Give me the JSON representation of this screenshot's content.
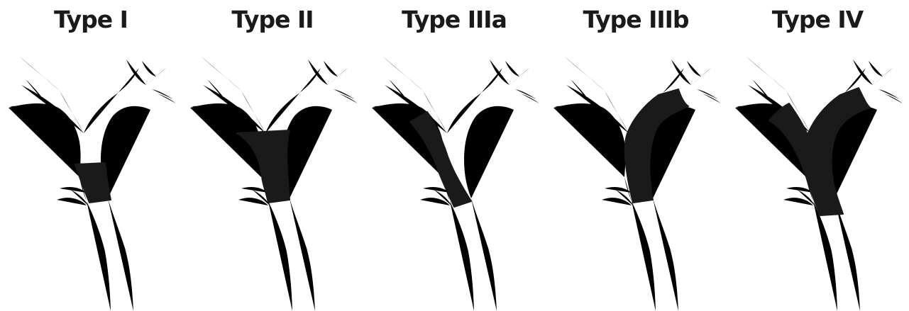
{
  "panels": [
    {
      "label": "Type I"
    },
    {
      "label": "Type II"
    },
    {
      "label": "Type IIIa"
    },
    {
      "label": "Type IIIb"
    },
    {
      "label": "Type IV"
    }
  ]
}
